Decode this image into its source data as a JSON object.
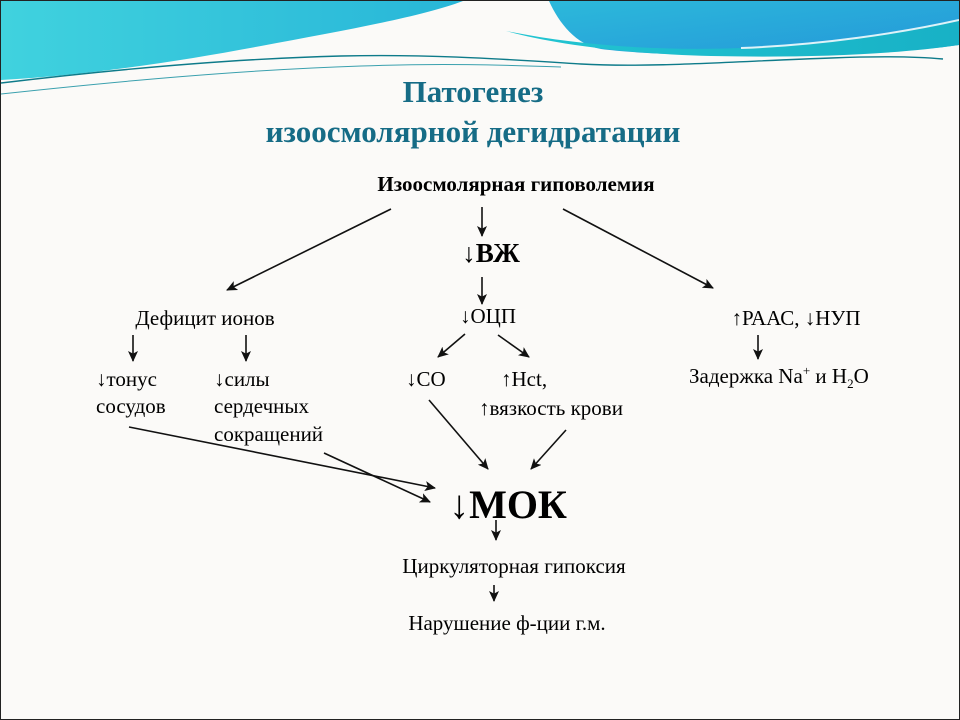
{
  "slide": {
    "title_line1": "Патогенез",
    "title_line2": "изоосмолярной дегидратации",
    "title_color": "#166c86",
    "background_color": "#fbfaf8"
  },
  "wave_colors": {
    "left_band_start": "#40d2de",
    "left_band_end": "#28b6d8",
    "right_band_start": "#2cb9da",
    "right_band_end": "#2497d9",
    "teal_stripe": "#1cbecd",
    "thin_line": "#0e7b8a"
  },
  "diagram": {
    "root": "Изоосмолярная гиповолемия",
    "vzh": "↓ВЖ",
    "ocp": "↓ОЦП",
    "deficit": "Дефицит ионов",
    "raas": "↑РААС, ↓НУП",
    "tonus_line1": "↓тонус",
    "tonus_line2": "сосудов",
    "sila_line1": "↓силы",
    "sila_line2": "сердечных",
    "sila_line3": "сокращений",
    "co": "↓СО",
    "hct_line1": "↑Hct,",
    "hct_line2": "↑вязкость крови",
    "retention": {
      "pre": "Задержка Na",
      "sup": "+",
      "mid": " и H",
      "sub": "2",
      "post": "O"
    },
    "mok": "↓МОК",
    "hypoxia": "Циркуляторная гипоксия",
    "outcome": "Нарушение ф-ции г.м."
  }
}
